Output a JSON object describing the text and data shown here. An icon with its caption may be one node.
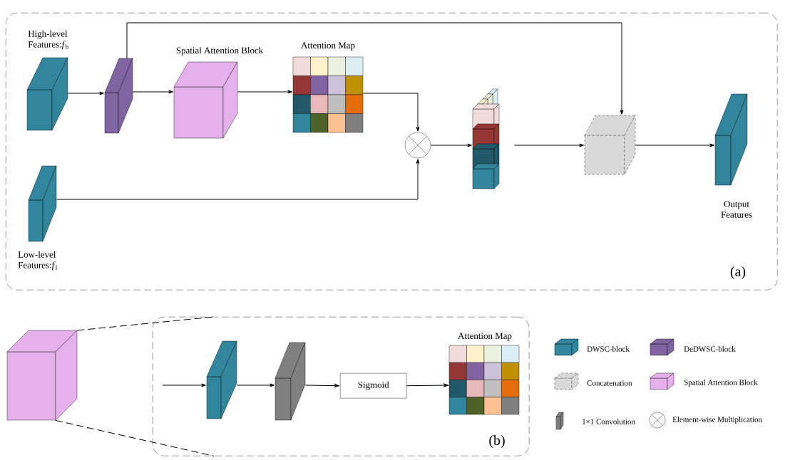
{
  "diagram": {
    "nodes": [
      {
        "text": [
          "(a)"
        ]
      },
      {
        "text": [
          "High-level Features:*f*$_{h}$"
        ],
        "in": 0
      },
      {
        "text": [],
        "shape": "box",
        "in": 0
      },
      {
        "text": [
          "Spatial Attention Block"
        ],
        "in": 0
      },
      {
        "text": [
          "Attention Map"
        ],
        "in": 0
      },
      {
        "text": [],
        "shape": "circle",
        "in": 0
      },
      {
        "text": [],
        "shape": "box",
        "in": 0
      },
      {
        "text": [],
        "shape": "box",
        "in": 0
      },
      {
        "text": [
          "Output Features"
        ],
        "in": 0
      },
      {
        "text": [
          "Low-level Features:*f*$_{l}$"
        ],
        "in": 0
      },
      {
        "text": [
          "(b)"
        ]
      },
      {
        "text": [],
        "shape": "box"
      },
      {
        "text": [],
        "shape": "box",
        "in": 10
      },
      {
        "text": [],
        "shape": "box",
        "in": 10
      },
      {
        "text": [
          "Sigmoid"
        ],
        "in": 10
      },
      {
        "text": [
          "Attention Map"
        ],
        "in": 10
      }
    ],
    "edges": [
      {
        "from": 1,
        "to": 2,
        "arrow": "to"
      },
      {
        "from": 2,
        "to": 3,
        "arrow": "to"
      },
      {
        "from": 3,
        "to": 4,
        "arrow": "to"
      },
      {
        "from": 4,
        "to": 5,
        "arrow": "to"
      },
      {
        "from": 9,
        "to": 5,
        "arrow": "to"
      },
      {
        "from": 5,
        "to": 6,
        "arrow": "to"
      },
      {
        "from": 6,
        "to": 7,
        "arrow": "to"
      },
      {
        "from": 7,
        "to": 8,
        "arrow": "to"
      },
      {
        "from": 2,
        "to": 7,
        "arrow": "to"
      },
      {
        "from": null,
        "to": 12,
        "arrow": "to"
      },
      {
        "from": 12,
        "to": 13,
        "arrow": "to"
      },
      {
        "from": 13,
        "to": 14,
        "arrow": "to"
      },
      {
        "from": 14,
        "to": 15,
        "arrow": "to"
      },
      {
        "from": 11,
        "to": 10,
        "arrow": "none",
        "style": "dashed"
      },
      {
        "from": 11,
        "to": 10,
        "arrow": "none",
        "style": "dashed"
      }
    ],
    "legend": [
      {
        "text": "DWSC-block",
        "color": "#31859c"
      },
      {
        "text": "DeDWSC-block",
        "color": "#8064a2"
      },
      {
        "text": "Concatenation",
        "color": "#d9d9d9"
      },
      {
        "text": "Spatial Attention Block",
        "color": "#e6b0ec"
      },
      {
        "text": "1×1 Convolution"
      },
      {
        "text": "Element-wise Multiplication"
      }
    ]
  }
}
